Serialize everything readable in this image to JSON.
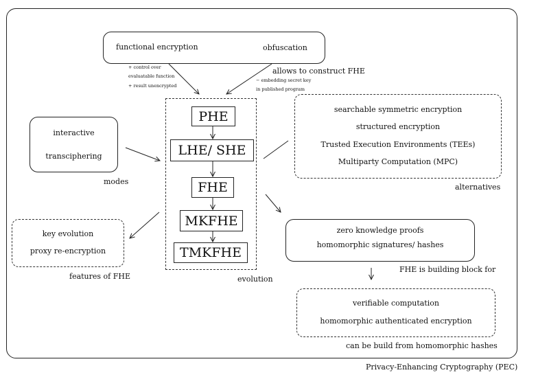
{
  "footer_title": "Privacy-Enhancing Cryptography (PEC)",
  "top_box": {
    "left": "functional encryption",
    "right": "obfuscation"
  },
  "fe_notes": [
    "+ control over",
    "evaluatable function",
    "+ result unencrypted"
  ],
  "obf_notes": {
    "main": "allows to construct FHE",
    "line1": "− embedding secret key",
    "line2": "in published program"
  },
  "evolution": {
    "items": [
      "PHE",
      "LHE/ SHE",
      "FHE",
      "MKFHE",
      "TMKFHE"
    ],
    "label": "evolution"
  },
  "modes": {
    "items": [
      "interactive",
      "transciphering"
    ],
    "label": "modes"
  },
  "alternatives": {
    "items": [
      "searchable symmetric encryption",
      "structured encryption",
      "Trusted Execution Environments (TEEs)",
      "Multiparty Computation (MPC)"
    ],
    "label": "alternatives"
  },
  "features": {
    "items": [
      "key evolution",
      "proxy re-encryption"
    ],
    "label": "features of FHE"
  },
  "building_block": {
    "items": [
      "zero knowledge proofs",
      "homomorphic signatures/ hashes"
    ],
    "label": "FHE is building block for"
  },
  "homomorphic_hashes": {
    "items": [
      "verifiable computation",
      "homomorphic authenticated encryption"
    ],
    "label": "can be build from homomorphic hashes"
  }
}
